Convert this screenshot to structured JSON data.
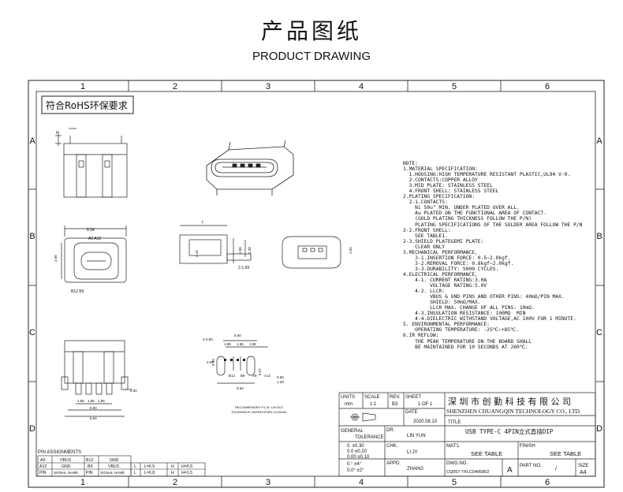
{
  "header": {
    "title_cn": "产品图纸",
    "title_en": "PRODUCT DRAWING"
  },
  "grid": {
    "cols": [
      "1",
      "2",
      "3",
      "4",
      "5",
      "6"
    ],
    "rows": [
      "A",
      "B",
      "C",
      "D"
    ]
  },
  "rohs_label": "符合RoHS环保要求",
  "dims": {
    "h_label": "H",
    "a9a12": "A9 A12",
    "b12b9": "B12 B9",
    "w834": "8.34",
    "h256": "2.56",
    "l_label": "L",
    "d315": "3.15",
    "d100": "1.00",
    "d238": "2.38",
    "d169": "2-1.69",
    "d155": "1.55",
    "d030": "0.30",
    "pitch": "1.85",
    "d550": "5.50",
    "d894": "8.94",
    "d080": "4-0.80",
    "d090": "0.90",
    "d037": "0.37",
    "d864": "8.64",
    "d060": "0.60",
    "d120": "1.20",
    "ir": "4-IR",
    "pins": [
      "B12",
      "B9",
      "A9",
      "A12"
    ],
    "layout_title": "RECOMMENDED P.C.B. LAYOUT",
    "layout_tol": "TOLERANCE UNSPECIFIED ±0.05mm"
  },
  "notes": [
    "NOTE:",
    "1.MATERIAL SPECIFICATION:",
    "  1.HOUSING:HIGH TEMPERATURE RESISTANT PLASTIC,UL94 V-0.",
    "  2.CONTACTS:COPPER ALLOY",
    "  3.MID PLATE: STAINLESS STEEL",
    "  4.FRONT SHELL: STAINLESS STEEL",
    "2.PLATING SPECIFICATION:",
    "  2-1.CONTACTS:",
    "    Ni 50u\" MIN. UNDER PLATED OVER ALL.",
    "    Au PLATED ON THE FUNCTIONAL AREA OF CONTACT.",
    "    (GOLD PLATING THICKNESS FOLLOW THE P/N)",
    "    PLATING SPECIFICATIONS OF THE SOLDER AREA FOLLOW THE P/N",
    "2-2.FRONT SHELL:",
    "    SEE TABLE1.",
    "2-3.SHIELD PLATE&EMI PLATE:",
    "    CLEAR ONLY",
    "3.MECHANICAL PERFORMANCE,",
    "    3-1.INSERTION FORCE: 0.5~2.0kgf.",
    "    3-2.REMOVAL FORCE: 0.8kgf~2.0kgf.",
    "    3-3.DURABILITY: 5000 CYCLES.",
    "4.ELECTRICAL PERFORMANCE,",
    "    4-1. CURRENT RATING:3.0A",
    "         VOLTAGE RATING:5.0V",
    "    4-2. LLCR:",
    "         VBUS & GND PINS AND OTHER PINS: 40mΩ/PIN MAX.",
    "         SHIELD: 50mΩ/MAX.",
    "         LLCR MAX. CHANGE OF ALL PINS: 10mΩ.",
    "    4-3.INSULATION RESISTANCE: 100MΩ  MIN",
    "    4-4.DIELECTRIC WITHSTAND VOLTAGE,AC 100V FOR 1 MINUTE.",
    "5. ENVIRONMENTAL PERFORMANCE:",
    "    OPERATING TEMPERATURE: -25℃~+85℃.",
    "6.IR REFLOW:",
    "    THE PEAK TEMPERATURE ON THE BOARD SHALL",
    "    BE MAINTAINED FOR 10 SECONDS AT 260℃."
  ],
  "title_block": {
    "units_label": "UNITS",
    "units_value": "mm",
    "scale_label": "SCALE",
    "scale_value": "1:1",
    "rev_label": "REV.",
    "rev_value": "B3",
    "sheet_label": "SHEET",
    "sheet_value": "1 OF 1",
    "date_label": "DATE",
    "date_value": "2020.08.10",
    "company_cn": "深 圳 市 创 勤 科 技 有 限 公 司",
    "company_en": "SHENZHEN CHUANGQIN TECHNOLOGY CO., LTD.",
    "title_label": "TITLE",
    "title_value": "USB TYPE-C 4PIN立式直插DIP",
    "general_label": "GENERAL",
    "tolerance_label": "TOLERANCE",
    "tolerances": [
      "0.   ±0.30",
      "0.0  ±0.20",
      "0.00 ±0.10",
      "0.°  ±4°",
      "0.0° ±2°"
    ],
    "dr_label": "DR.",
    "dr_value": "LIN YUN",
    "chk_label": "CHK.",
    "chk_value": "LI JY",
    "appd_label": "APPD.",
    "appd_value": "ZHANG",
    "matl_label": "MAT'L",
    "matl_value": "SEE TABLE",
    "finish_label": "FINISH",
    "finish_value": "SEE TABLE",
    "dwg_label": "DWG.NO.",
    "dwg_value": "CQ057-TFLC0406802",
    "dwg_size": "A",
    "part_label": "PART NO.",
    "part_value": "/",
    "size_label": "SIZE",
    "size_value": "A4"
  },
  "pin_table": {
    "title": "PIN ASSIGNMENTS",
    "rows": [
      [
        "A9",
        "VBUS",
        "B12",
        "GND"
      ],
      [
        "A12",
        "GND",
        "B9",
        "VBUS"
      ],
      [
        "PIN",
        "SIGNAL NAME",
        "PIN",
        "SIGNAL NAME"
      ]
    ],
    "lh_rows": [
      [
        "L",
        "L=6.5",
        "H",
        "H=0.9"
      ],
      [
        "L",
        "L=6.8",
        "H",
        "H=1.5"
      ]
    ]
  }
}
